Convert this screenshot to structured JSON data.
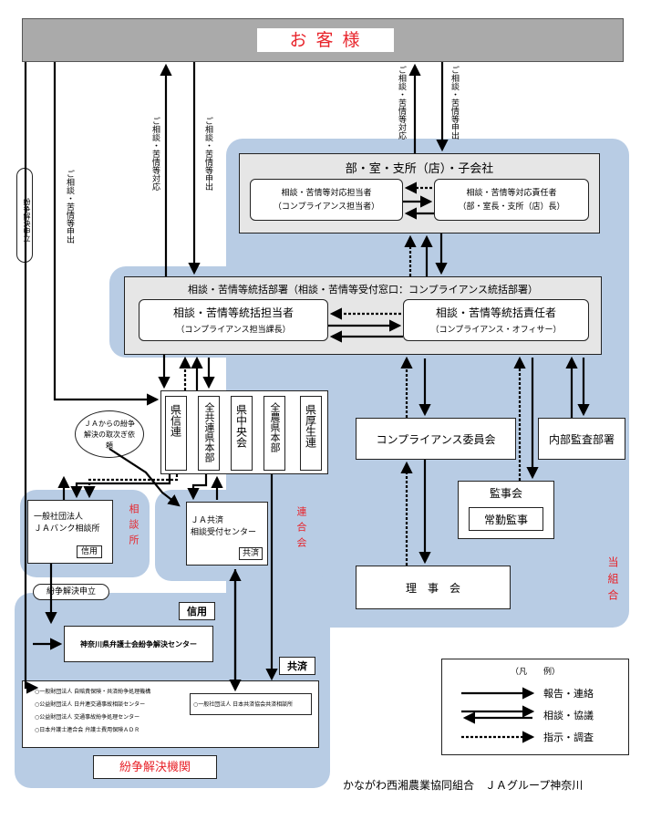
{
  "customer": "お 客 様",
  "flows": {
    "consult_out": "ご相談・苦情等申出",
    "consult_resp": "ご相談・苦情等対応",
    "dispute_apply": "紛争解決申立"
  },
  "branch": {
    "title": "部・室・支所（店）・子会社",
    "handler_line1": "相談・苦情等対応担当者",
    "handler_line2": "（コンプライアンス担当者）",
    "responsible_line1": "相談・苦情等対応責任者",
    "responsible_line2": "（部・室長・支所（店）長）"
  },
  "hq": {
    "title": "相談・苦情等統括部署（相談・苦情等受付窓口：コンプライアンス統括部署）",
    "handler_line1": "相談・苦情等統括担当者",
    "handler_line2": "（コンプライアンス担当課長）",
    "responsible_line1": "相談・苦情等統括責任者",
    "responsible_line2": "（コンプライアンス・オフィサー）"
  },
  "federations": [
    "県信連",
    "全共連県本部",
    "県中央会",
    "全農県本部",
    "県厚生連"
  ],
  "ja_referral": "ＪＡからの紛争解決の取次ぎ依頼",
  "compliance_committee": "コンプライアンス委員会",
  "internal_audit": "内部監査部署",
  "auditors": "監事会",
  "standing_auditor": "常勤監事",
  "board": "理　事　会",
  "our_union": "当組合",
  "jabank": {
    "line1": "一般社団法人",
    "line2": "ＪＡバンク相談所",
    "tag": "信用"
  },
  "jakyosai": {
    "line1": "ＪＡ共済",
    "line2": "相談受付センター",
    "tag": "共済"
  },
  "consult_center": "相談所",
  "rengokai": "連合会",
  "credit_label": "信用",
  "mutual_label": "共済",
  "bar_association": "神奈川県弁護士会紛争解決センター",
  "dispute_orgs": [
    "○一般財団法人 自賠責保険・共済紛争処理機構",
    "○公益財団法人 日弁連交通事故相談センター",
    "○公益財団法人 交通事故紛争処理センター",
    "○日本弁護士連合会 弁護士費用保険ＡＤＲ"
  ],
  "kyosai_assoc": "○一般社団法人 日本共済協会共済相談所",
  "dispute_institution": "紛争解決機関",
  "legend": {
    "title": "（凡　　例）",
    "report": "報告・連絡",
    "consult": "相談・協議",
    "instruct": "指示・調査"
  },
  "footer": "かながわ西湘農業協同組合　ＪＡグループ神奈川"
}
